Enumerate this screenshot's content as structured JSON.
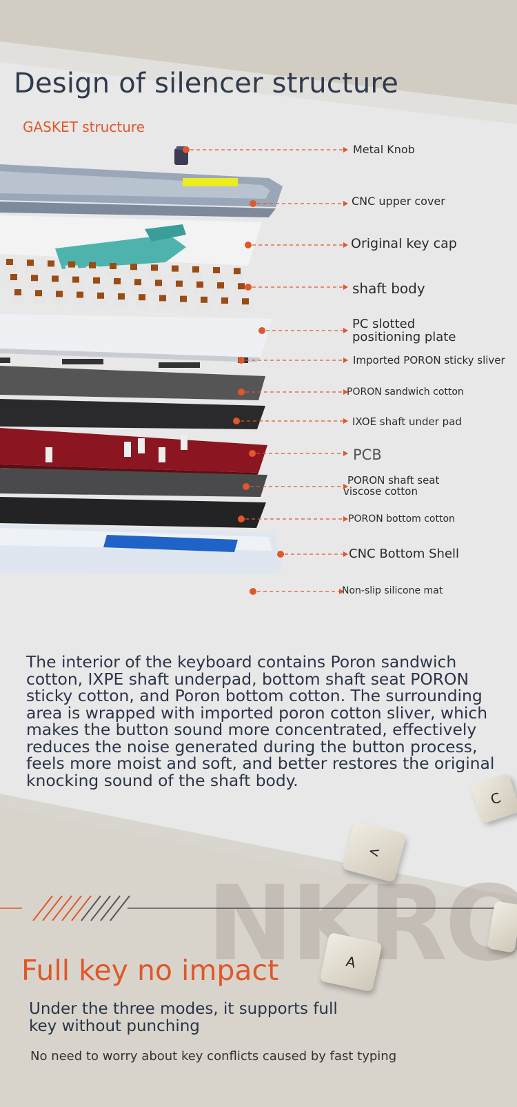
{
  "header": {
    "title": "Design of silencer structure",
    "subtitle": "GASKET structure"
  },
  "layers": [
    {
      "label": "Metal Knob"
    },
    {
      "label": "CNC upper cover"
    },
    {
      "label": "Original key cap"
    },
    {
      "label": "shaft body"
    },
    {
      "label": "PC slotted positioning plate",
      "line1": "PC slotted",
      "line2": "positioning plate"
    },
    {
      "label": "Imported PORON sticky sliver"
    },
    {
      "label": "PORON sandwich cotton"
    },
    {
      "label": "IXOE shaft under pad"
    },
    {
      "label": "PCB"
    },
    {
      "label": "PORON shaft seat viscose cotton",
      "line1": "PORON shaft seat",
      "line2": "viscose cotton"
    },
    {
      "label": "PORON bottom cotton"
    },
    {
      "label": "CNC Bottom Shell"
    },
    {
      "label": "Non-slip silicone mat"
    }
  ],
  "description": "The interior of the keyboard contains Poron sandwich cotton, IXPE shaft underpad, bottom shaft seat PORON sticky cotton, and Poron bottom cotton. The surrounding area is wrapped with imported poron cotton sliver, which makes the button sound more concentrated, effectively reduces the noise generated during the button process, feels more moist and soft, and better restores the original knocking sound of the shaft body.",
  "feature": {
    "watermark": "NKRO",
    "title": "Full key no impact",
    "text": "Under the three modes, it supports full key without punching",
    "note": "No need to worry about key conflicts caused by fast typing"
  },
  "keycaps": [
    "C",
    "<",
    "A"
  ],
  "colors": {
    "accent": "#e0572a",
    "text": "#2b3547",
    "pcb": "#8b1520"
  }
}
